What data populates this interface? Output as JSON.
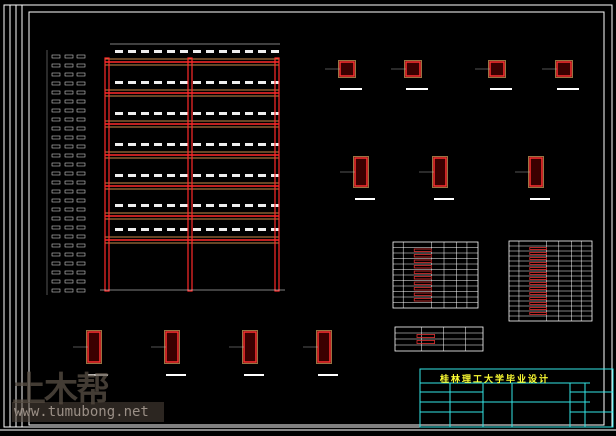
{
  "title_block": {
    "school_title": "桂林理工大学毕业设计"
  },
  "watermark": {
    "logo": "土木帮",
    "url": "www.tumubong.net"
  },
  "colors": {
    "background": "#000000",
    "frame": "#ffffff",
    "beam": "#ff2a2a",
    "band": "#ffb060",
    "title_block": "#33e6e6",
    "title_text": "#ffff33"
  }
}
